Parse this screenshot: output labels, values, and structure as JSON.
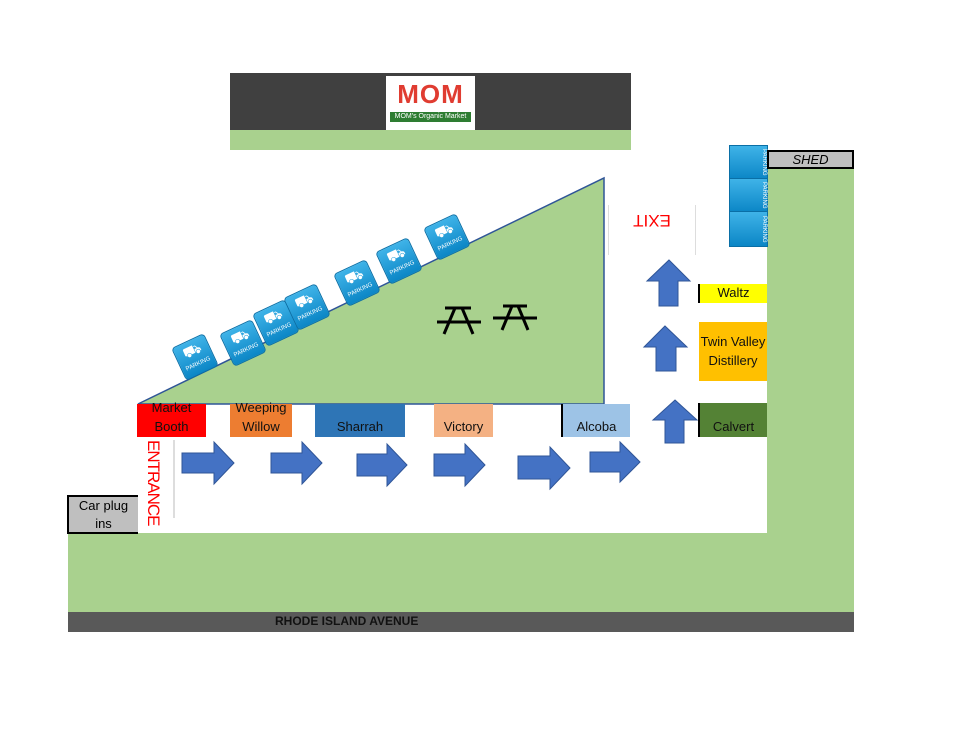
{
  "logo": {
    "text": "MOM",
    "subtitle": "MOM's Organic Market"
  },
  "labels": {
    "shed": "SHED",
    "exit": "EXIT",
    "entrance": "ENTRANCE",
    "car_plug": "Car plug ins",
    "road": "RHODE ISLAND AVENUE",
    "parking": "PARKING"
  },
  "booths": {
    "market": "Market Booth",
    "weeping": "Weeping Willow",
    "sharrah": "Sharrah",
    "victory": "Victory",
    "alcoba": "Alcoba",
    "waltz": "Waltz",
    "twin": "Twin Valley Distillery",
    "calvert": "Calvert"
  },
  "colors": {
    "grass": "#a9d18e",
    "road": "#595959",
    "building": "#404040",
    "arrow": "#4472c4"
  }
}
